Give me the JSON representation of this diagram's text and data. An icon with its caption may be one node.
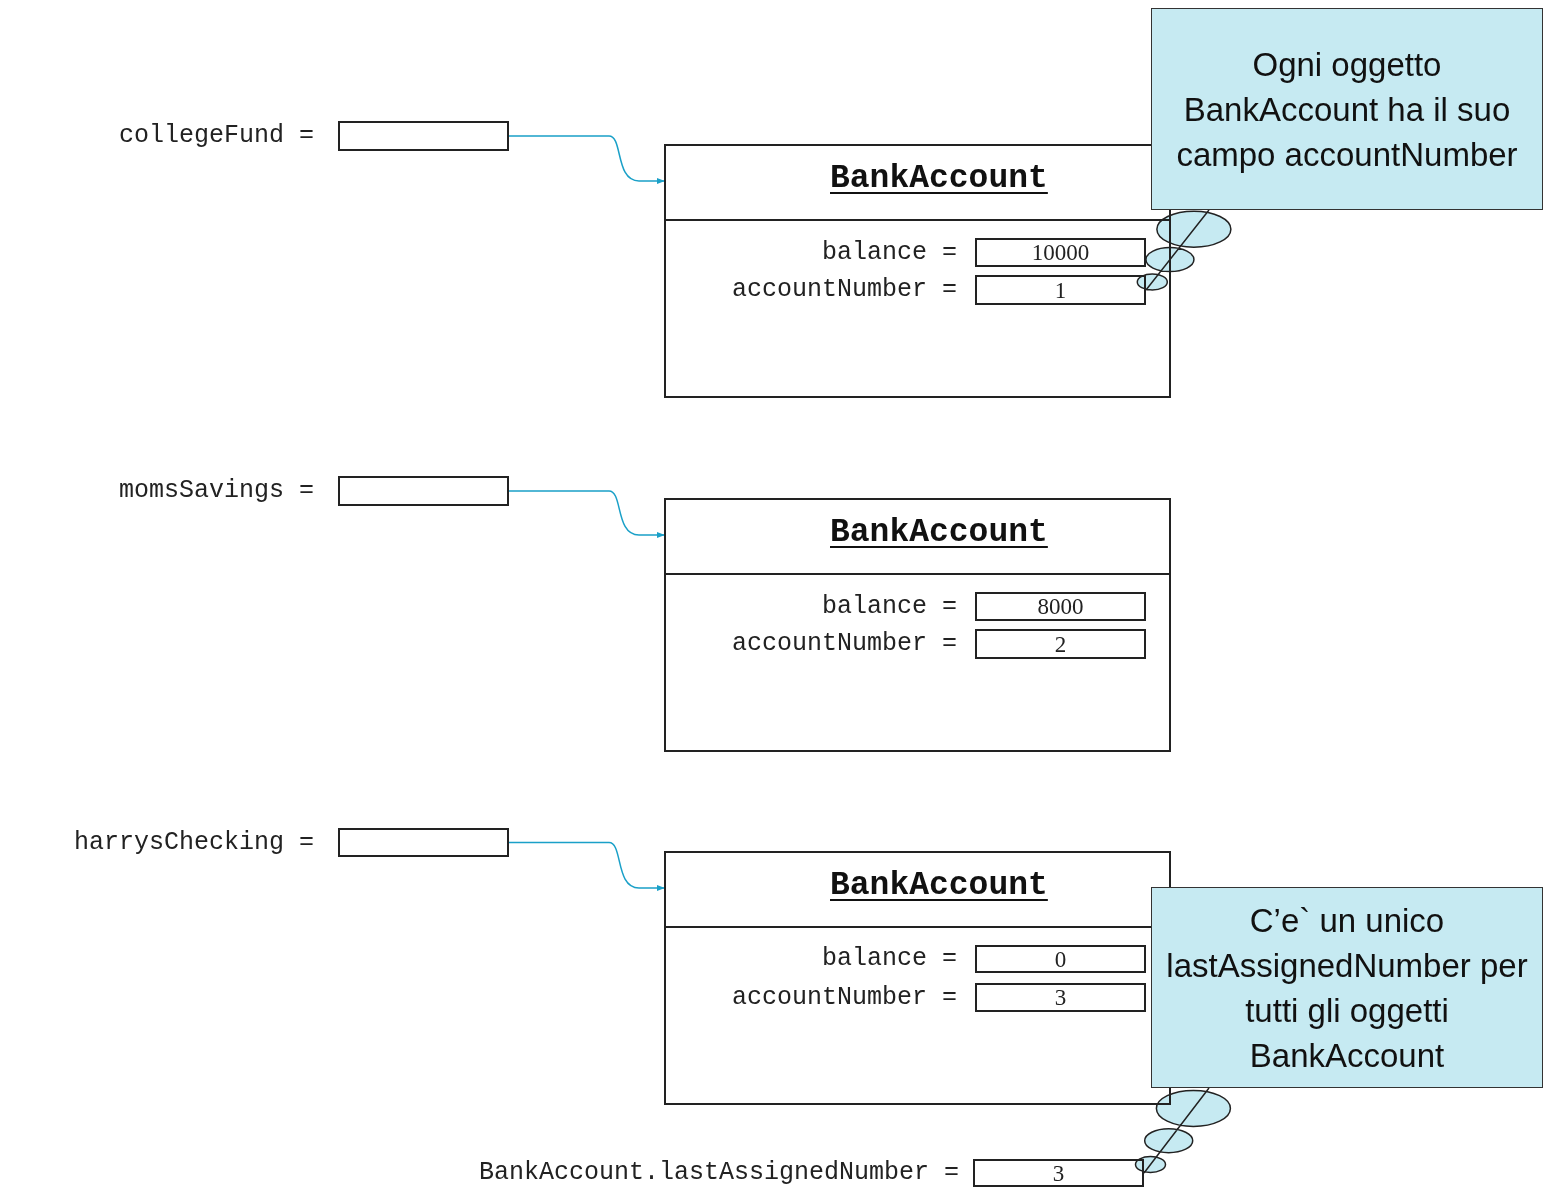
{
  "diagram": {
    "nodes": [
      {
        "text": [],
        "shape": "box",
        "beside": [
          "collegeFund ="
        ]
      },
      {
        "text": [
          "BankAccount"
        ]
      },
      {
        "text": [
          "10000"
        ],
        "in": 1,
        "beside": [
          "balance ="
        ]
      },
      {
        "text": [
          "1"
        ],
        "in": 1,
        "beside": [
          "accountNumber ="
        ]
      },
      {
        "text": [],
        "shape": "box",
        "beside": [
          "momsSavings ="
        ]
      },
      {
        "text": [
          "BankAccount"
        ]
      },
      {
        "text": [
          "8000"
        ],
        "in": 5,
        "beside": [
          "balance ="
        ]
      },
      {
        "text": [
          "2"
        ],
        "in": 5,
        "beside": [
          "accountNumber ="
        ]
      },
      {
        "text": [],
        "shape": "box",
        "beside": [
          "harrysChecking ="
        ]
      },
      {
        "text": [
          "BankAccount"
        ]
      },
      {
        "text": [
          "0"
        ],
        "in": 9,
        "beside": [
          "balance ="
        ]
      },
      {
        "text": [
          "3"
        ],
        "in": 9,
        "beside": [
          "accountNumber ="
        ]
      },
      {
        "text": [
          "3"
        ],
        "beside": [
          "BankAccount.lastAssignedNumber ="
        ]
      },
      {
        "text": [
          "Ogni oggetto BankAccount ha il suo campo accountNumber"
        ]
      },
      {
        "text": [
          "C’e` un unico lastAssignedNumber per tutti gli oggetti BankAccount"
        ]
      }
    ],
    "edges": [
      {
        "from": 0,
        "to": 1,
        "arrow": "to"
      },
      {
        "from": 4,
        "to": 5,
        "arrow": "to"
      },
      {
        "from": 8,
        "to": 9,
        "arrow": "to"
      },
      {
        "from": 13,
        "to": 3,
        "arrow": "none",
        "color": "#222222"
      },
      {
        "from": 14,
        "to": 12,
        "arrow": "none",
        "color": "#222222"
      }
    ]
  }
}
